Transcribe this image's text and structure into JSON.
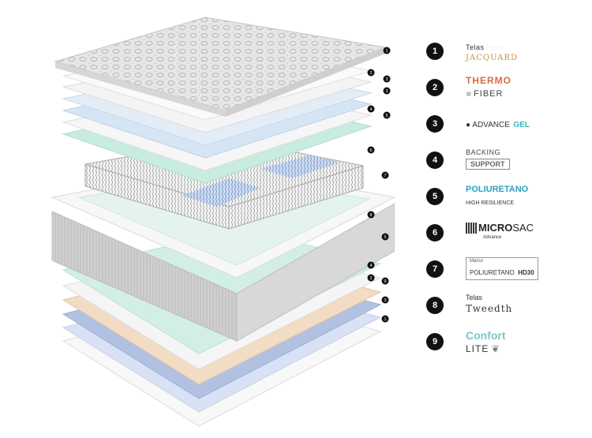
{
  "callouts_top": [
    "1",
    "2",
    "3",
    "3",
    "4",
    "5",
    "6",
    "7",
    "8",
    "5"
  ],
  "callouts_bottom": [
    "4",
    "2",
    "9",
    "3",
    "1"
  ],
  "base_label": "",
  "legend": [
    {
      "num": "1",
      "line1": "Telas",
      "line2": "JACQUARD"
    },
    {
      "num": "2",
      "line1": "THERMO",
      "line2": "FIBER"
    },
    {
      "num": "3",
      "line1": "ADVANCE",
      "line2": "GEL"
    },
    {
      "num": "4",
      "line1": "BACKING",
      "line2": "SUPPORT"
    },
    {
      "num": "5",
      "line1": "POLIURETANO",
      "line2": "HIGH RESILIENCE"
    },
    {
      "num": "6",
      "line1": "MICRO",
      "line2": "SAC",
      "line3": "Advance"
    },
    {
      "num": "7",
      "line1": "Marco",
      "line2": "POLIURETANO",
      "line3": "HD30"
    },
    {
      "num": "8",
      "line1": "Telas",
      "line2": "Tweedth"
    },
    {
      "num": "9",
      "line1": "Confort",
      "line2": "LITE"
    }
  ],
  "colors": {
    "blue_layer": "#d5e6f3",
    "mint_layer": "#cdeee3",
    "peach_layer": "#f3d7bd",
    "periwinkle_layer": "#a9b7dc",
    "white_layer": "#f6f6f6",
    "gray_border": "#c8c8c8",
    "quilt": "#e2e2e2"
  }
}
